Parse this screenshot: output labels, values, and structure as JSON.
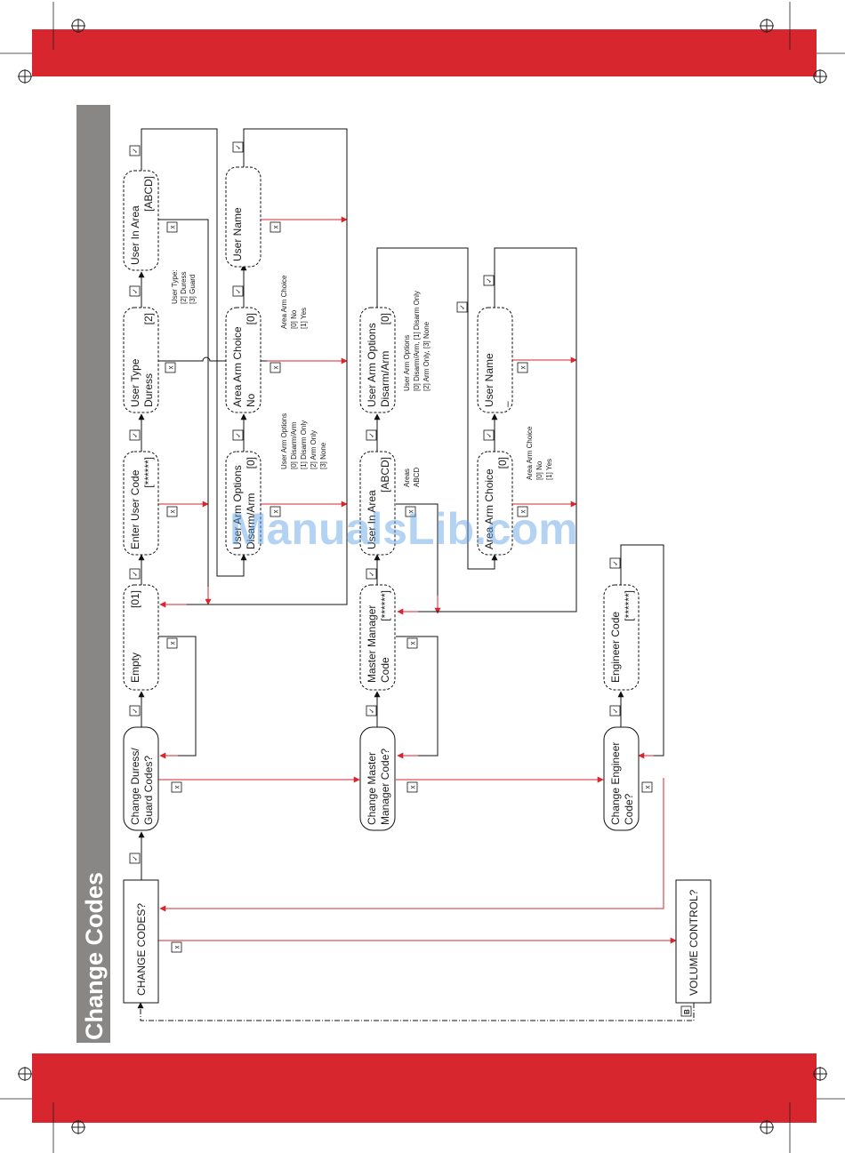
{
  "page_title": "Change Codes",
  "watermark": "ManualsLib.com",
  "colors": {
    "banner": "#d7262d",
    "sidebar": "#898785",
    "arrow": "#d7262d",
    "line": "#111111"
  },
  "nodes": {
    "change_codes": "CHANGE CODES?",
    "volume_control": "VOLUME CONTROL?",
    "change_duress": [
      "Change Duress/",
      "Guard Codes?"
    ],
    "change_master": [
      "Change Master",
      "Manager Code?"
    ],
    "change_engineer": [
      "Change Engineer",
      "Code?"
    ],
    "empty": [
      "Empty",
      "[01]"
    ],
    "enter_user_code": [
      "Enter User Code",
      "[******]"
    ],
    "user_type": [
      "User Type",
      "Duress",
      "[2]"
    ],
    "user_in_area": [
      "User In Area",
      "[ABCD]"
    ],
    "user_arm_options_1": [
      "User Arm Options",
      "Disarm/Arm",
      "[0]"
    ],
    "area_arm_choice_1": [
      "Area Arm Choice",
      "No",
      "[0]"
    ],
    "user_name_1": [
      "User Name"
    ],
    "master_manager_code": [
      "Master Manager",
      "Code",
      "[******]"
    ],
    "user_in_area_2": [
      "User In Area",
      "[ABCD]"
    ],
    "user_arm_options_2": [
      "User Arm Options",
      "Disarm/Arm",
      "[0]"
    ],
    "area_arm_choice_2": [
      "Area Arm Choice",
      "[0]"
    ],
    "user_name_2": [
      "User Name",
      "_"
    ],
    "engineer_code": [
      "Engineer Code",
      "[******]"
    ]
  },
  "notes": {
    "user_type": [
      "User Type:",
      "[2] Duress",
      "[3] Guard"
    ],
    "arm_options_1": [
      "User Arm Options",
      "[0] Disarm/Arm",
      "[1] Disarm Only",
      "[2] Arm Only",
      "[3] None"
    ],
    "area_arm_1": [
      "Area Arm Choice",
      "[0] No",
      "[1] Yes"
    ],
    "areas": [
      "Areas",
      "ABCD"
    ],
    "arm_options_2": [
      "User Arm Options",
      "[0] Disarm/Arm, [1] Disarm Only",
      "[2] Arm Only, [3] None"
    ],
    "area_arm_2": [
      "Area Arm Choice",
      "[0] No",
      "[1] Yes"
    ]
  },
  "symbols": {
    "yes": "✓",
    "no": "x",
    "back": "B"
  }
}
